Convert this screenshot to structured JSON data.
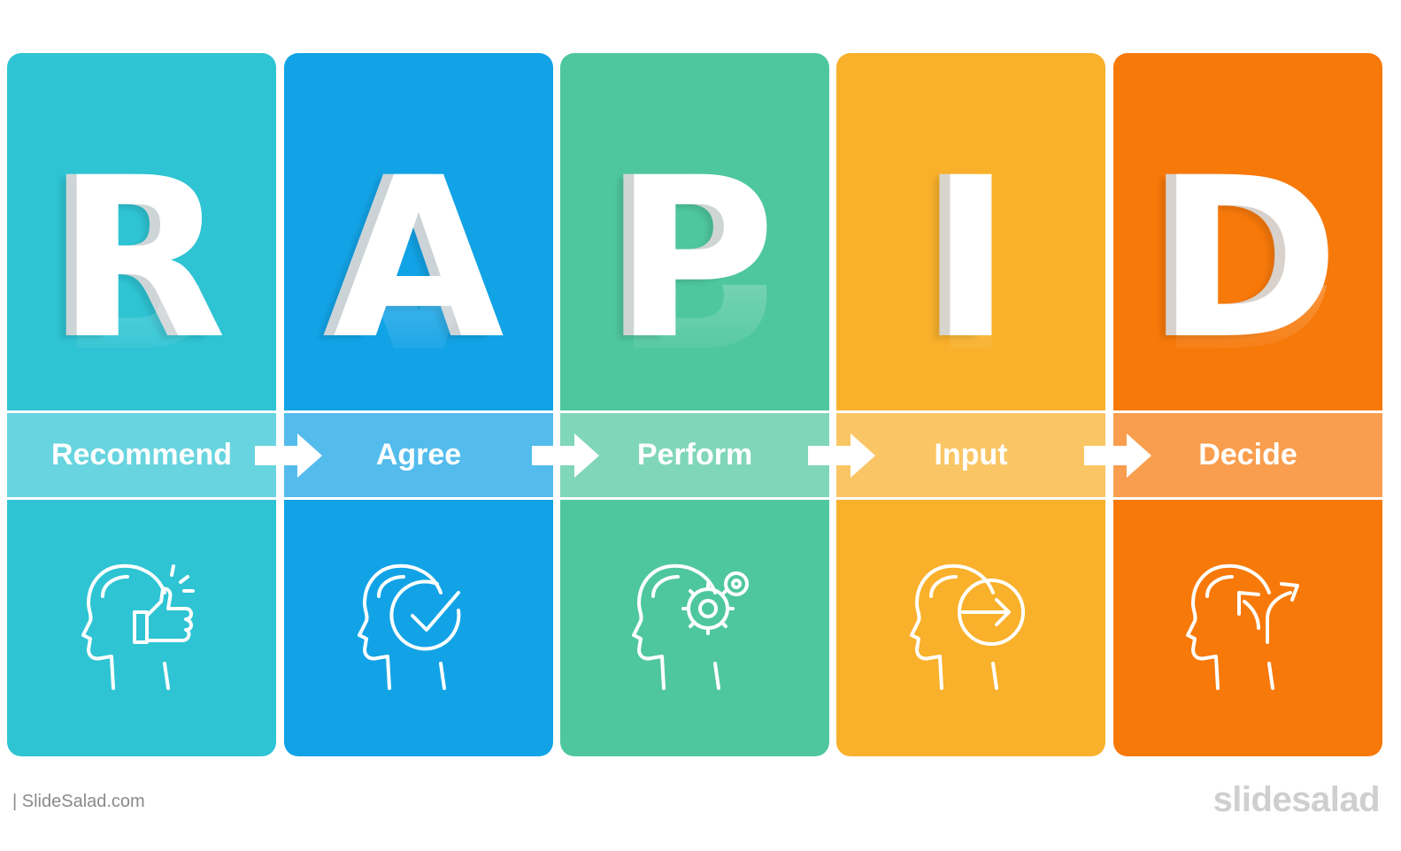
{
  "steps": [
    {
      "letter": "R",
      "label": "Recommend",
      "color": "#2ec4d3",
      "icon": "head-thumbs-up-icon"
    },
    {
      "letter": "A",
      "label": "Agree",
      "color": "#12a3e6",
      "icon": "head-check-icon"
    },
    {
      "letter": "P",
      "label": "Perform",
      "color": "#4fc79e",
      "icon": "head-gears-icon"
    },
    {
      "letter": "I",
      "label": "Input",
      "color": "#f9b02a",
      "icon": "head-arrow-in-icon"
    },
    {
      "letter": "D",
      "label": "Decide",
      "color": "#f7790a",
      "icon": "head-branch-arrows-icon"
    }
  ],
  "footer": {
    "source": "| SlideSalad.com",
    "brand": "slidesalad"
  }
}
